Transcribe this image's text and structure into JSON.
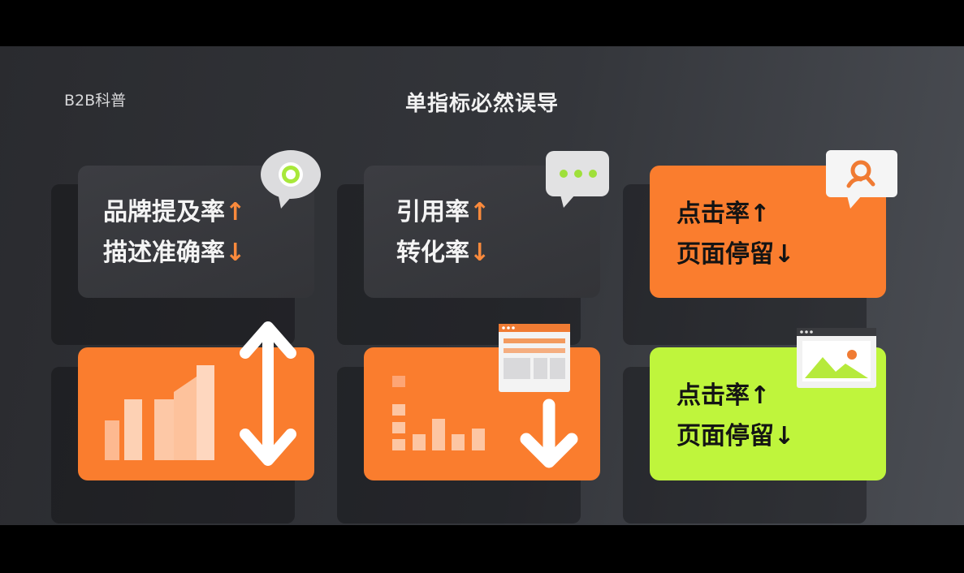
{
  "header": {
    "brand": "B2B科普",
    "title": "单指标必然误导"
  },
  "cards": [
    {
      "line1": "品牌提及率",
      "arrow1": "↑",
      "line2": "描述准确率",
      "arrow2": "↓"
    },
    {
      "line1": "引用率",
      "arrow1": "↑",
      "line2": "转化率",
      "arrow2": "↓"
    },
    {
      "line1": "点击率",
      "arrow1": "↑",
      "line2": "页面停留",
      "arrow2": "↓"
    },
    {
      "line1": "点击率",
      "arrow1": "↑",
      "line2": "页面停留",
      "arrow2": "↓"
    }
  ],
  "colors": {
    "orange": "#fa7d2e",
    "green": "#bff53c",
    "dark": "#36373b",
    "background": "#2e2f33"
  },
  "icons": [
    "location-pin-icon",
    "chat-dots-icon",
    "user-search-icon",
    "bar-chart-icon",
    "double-arrow-icon",
    "browser-window-icon",
    "image-icon",
    "arrow-down-icon"
  ]
}
